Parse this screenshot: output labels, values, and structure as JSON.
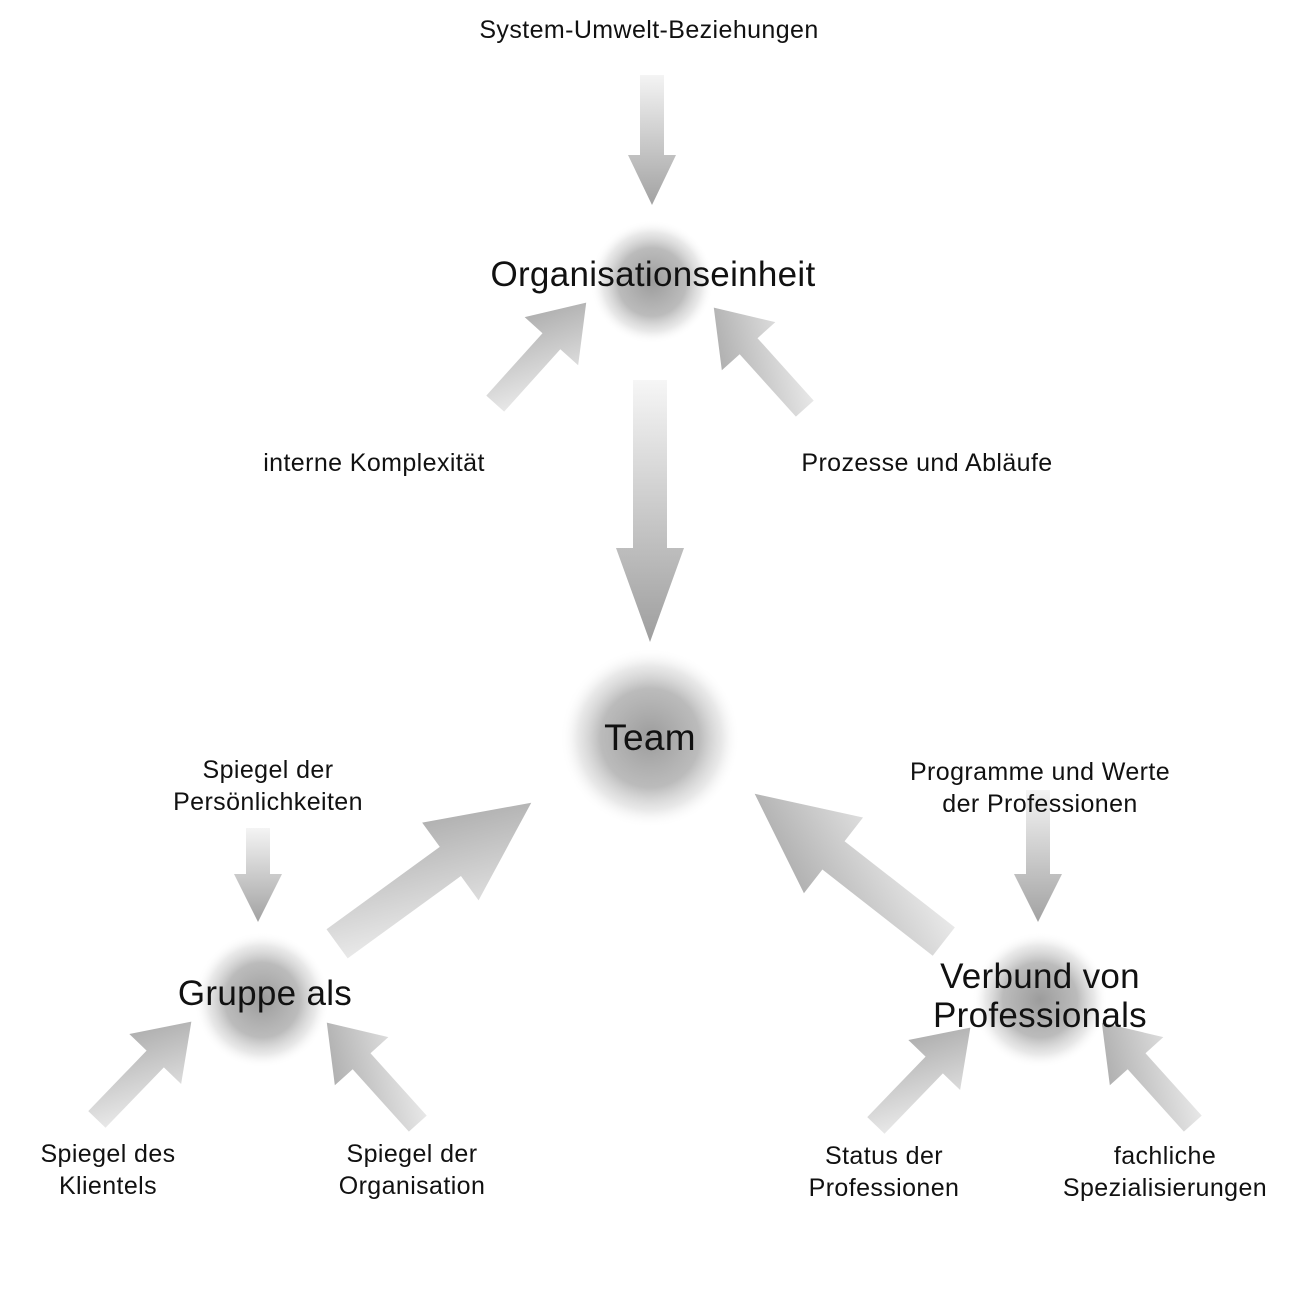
{
  "diagram": {
    "nodes": {
      "organisationseinheit": "Organisationseinheit",
      "team": "Team",
      "gruppe": "Gruppe als",
      "verbund": [
        "Verbund von",
        "Professionals"
      ]
    },
    "influences": {
      "system_umwelt": "System-Umwelt-Beziehungen",
      "interne_komplexitaet": "interne Komplexität",
      "prozesse": "Prozesse und Abläufe",
      "spiegel_persoenlichkeiten": [
        "Spiegel der",
        "Persönlichkeiten"
      ],
      "programme_werte": [
        "Programme und Werte",
        "der Professionen"
      ],
      "spiegel_klientel": [
        "Spiegel des",
        "Klientels"
      ],
      "spiegel_organisation": [
        "Spiegel der",
        "Organisation"
      ],
      "status_professionen": [
        "Status der",
        "Professionen"
      ],
      "fachliche_spezialisierungen": [
        "fachliche",
        "Spezialisierungen"
      ]
    },
    "colors": {
      "arrow_dark": "#a6a6a6",
      "arrow_light": "#f2f2f2",
      "node_glow": "#9c9c9c",
      "text": "#111111"
    }
  }
}
